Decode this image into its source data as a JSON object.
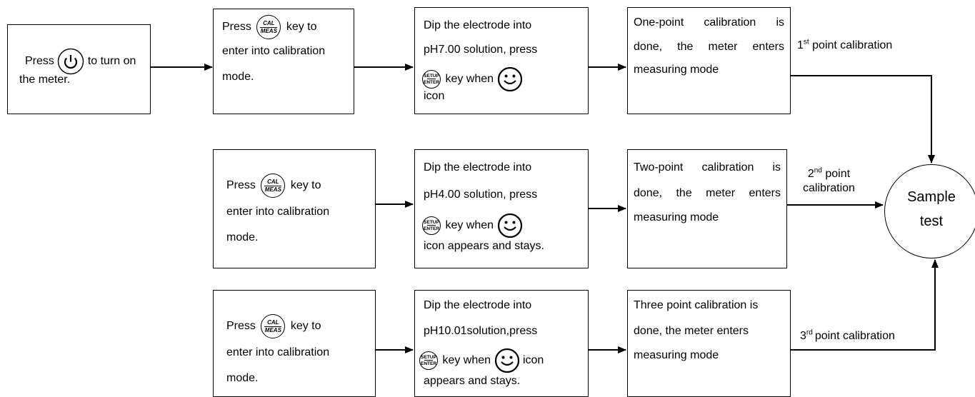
{
  "row1": {
    "box1": {
      "press": "Press",
      "after_icon": "to turn on",
      "line2": "the meter."
    },
    "box2": {
      "press": "Press",
      "after_key": "key to",
      "line2": "enter into calibration",
      "line3": "mode."
    },
    "box3": {
      "line1": "Dip the electrode into",
      "line2": "pH7.00 solution, press",
      "after_key": "key when",
      "line4": "icon"
    },
    "box4": {
      "line1": "One-point calibration is",
      "line2": "done, the meter enters",
      "line3": "measuring mode"
    },
    "label": {
      "sup_base": "1",
      "sup": "st",
      "text": "point calibration"
    }
  },
  "row2": {
    "box1": {
      "press": "Press",
      "after_key": "key to",
      "line2": "enter into calibration",
      "line3": "mode."
    },
    "box2": {
      "line1": "Dip the electrode into",
      "line2": "pH4.00 solution, press",
      "after_key": "key when",
      "line4": "icon appears and stays."
    },
    "box3": {
      "line1": "Two-point calibration is",
      "line2": "done, the meter enters",
      "line3": "measuring mode"
    },
    "label": {
      "sup_base": "2",
      "sup": "nd",
      "text": "point",
      "line2": "calibration"
    }
  },
  "row3": {
    "box1": {
      "press": "Press",
      "after_key": "key to",
      "line2": "enter into calibration",
      "line3": "mode."
    },
    "box2": {
      "line1": "Dip the electrode into",
      "line2": "pH10.01solution,press",
      "after_key": "key when",
      "after_smile": "icon",
      "line4": "appears and stays."
    },
    "box3": {
      "line1": "Three point calibration is",
      "line2": "done, the meter enters",
      "line3": "measuring mode"
    },
    "label": {
      "sup_base": "3",
      "sup": "rd",
      "text": "point calibration"
    }
  },
  "keys": {
    "cal_top": "CAL",
    "cal_bottom": "MEAS",
    "setup_top": "SETUP",
    "setup_bottom": "ENTER"
  },
  "result": {
    "line1": "Sample",
    "line2": "test"
  },
  "icons": [
    "power-icon",
    "cal-meas-key-icon",
    "setup-enter-key-icon",
    "smiley-icon"
  ]
}
